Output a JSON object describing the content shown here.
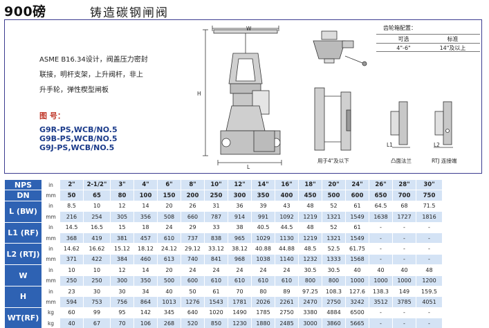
{
  "header": {
    "title": "900磅",
    "subtitle": "铸造碳钢闸阀"
  },
  "description": [
    "ASME B16.34设计，阀盖压力密封",
    "联接，明杆支架，上升阀杆，非上",
    "升手轮，弹性楔型闸板"
  ],
  "figure_label": "图  号：",
  "models": [
    "G9R-PS,WCB/NO.5",
    "G9B-PS,WCB/NO.5",
    "G9J-PS,WCB/NO.5"
  ],
  "gearbox": {
    "title": "齿轮箱配置：",
    "headers": [
      "可选",
      "标准"
    ],
    "values": [
      "4\"-6\"",
      "14\"及以上"
    ]
  },
  "captions": {
    "w": "W",
    "h": "H",
    "l": "L",
    "bw": "用于4\"及以下",
    "rf": "凸面法兰",
    "rtj": "RTJ 连接端",
    "l1": "L1",
    "l2": "L2"
  },
  "table": {
    "rows": [
      {
        "key": "NPS",
        "unit": "in",
        "style": "hd",
        "values": [
          "2\"",
          "2-1/2\"",
          "3\"",
          "4\"",
          "6\"",
          "8\"",
          "10\"",
          "12\"",
          "14\"",
          "16\"",
          "18\"",
          "20\"",
          "24\"",
          "26\"",
          "28\"",
          "30\""
        ]
      },
      {
        "key": "DN",
        "unit": "mm",
        "style": "hd",
        "values": [
          "50",
          "65",
          "80",
          "100",
          "150",
          "200",
          "250",
          "300",
          "350",
          "400",
          "450",
          "500",
          "600",
          "650",
          "700",
          "750"
        ]
      },
      {
        "key": "L (BW)",
        "unit": "in",
        "values": [
          "8.5",
          "10",
          "12",
          "14",
          "20",
          "26",
          "31",
          "36",
          "39",
          "43",
          "48",
          "52",
          "61",
          "64.5",
          "68",
          "71.5"
        ]
      },
      {
        "key": "",
        "unit": "mm",
        "values": [
          "216",
          "254",
          "305",
          "356",
          "508",
          "660",
          "787",
          "914",
          "991",
          "1092",
          "1219",
          "1321",
          "1549",
          "1638",
          "1727",
          "1816"
        ]
      },
      {
        "key": "L1 (RF)",
        "unit": "in",
        "values": [
          "14.5",
          "16.5",
          "15",
          "18",
          "24",
          "29",
          "33",
          "38",
          "40.5",
          "44.5",
          "48",
          "52",
          "61",
          "-",
          "-",
          "-"
        ]
      },
      {
        "key": "",
        "unit": "mm",
        "values": [
          "368",
          "419",
          "381",
          "457",
          "610",
          "737",
          "838",
          "965",
          "1029",
          "1130",
          "1219",
          "1321",
          "1549",
          "-",
          "-",
          "-"
        ]
      },
      {
        "key": "L2 (RTJ)",
        "unit": "in",
        "values": [
          "14.62",
          "16.62",
          "15.12",
          "18.12",
          "24.12",
          "29.12",
          "33.12",
          "38.12",
          "40.88",
          "44.88",
          "48.5",
          "52.5",
          "61.75",
          "-",
          "-",
          "-"
        ]
      },
      {
        "key": "",
        "unit": "mm",
        "values": [
          "371",
          "422",
          "384",
          "460",
          "613",
          "740",
          "841",
          "968",
          "1038",
          "1140",
          "1232",
          "1333",
          "1568",
          "-",
          "-",
          "-"
        ]
      },
      {
        "key": "W",
        "unit": "in",
        "values": [
          "10",
          "10",
          "12",
          "14",
          "20",
          "24",
          "24",
          "24",
          "24",
          "24",
          "30.5",
          "30.5",
          "40",
          "40",
          "40",
          "48"
        ]
      },
      {
        "key": "",
        "unit": "mm",
        "values": [
          "250",
          "250",
          "300",
          "350",
          "500",
          "600",
          "610",
          "610",
          "610",
          "610",
          "800",
          "800",
          "1000",
          "1000",
          "1000",
          "1200"
        ]
      },
      {
        "key": "H",
        "unit": "in",
        "values": [
          "23",
          "30",
          "30",
          "34",
          "40",
          "50",
          "61",
          "70",
          "80",
          "89",
          "97.25",
          "108.3",
          "127.6",
          "138.3",
          "149",
          "159.5"
        ]
      },
      {
        "key": "",
        "unit": "mm",
        "values": [
          "594",
          "753",
          "756",
          "864",
          "1013",
          "1276",
          "1543",
          "1781",
          "2026",
          "2261",
          "2470",
          "2750",
          "3242",
          "3512",
          "3785",
          "4051"
        ]
      },
      {
        "key": "WT(RF)",
        "unit": "kg",
        "values": [
          "60",
          "99",
          "95",
          "142",
          "345",
          "640",
          "1020",
          "1490",
          "1785",
          "2750",
          "3380",
          "4884",
          "6500",
          "-",
          "-",
          "-"
        ]
      },
      {
        "key": "WT(BW)",
        "unit": "kg",
        "values": [
          "40",
          "67",
          "70",
          "106",
          "268",
          "520",
          "850",
          "1230",
          "1880",
          "2485",
          "3000",
          "3860",
          "5665",
          "-",
          "-",
          "-"
        ]
      }
    ]
  }
}
